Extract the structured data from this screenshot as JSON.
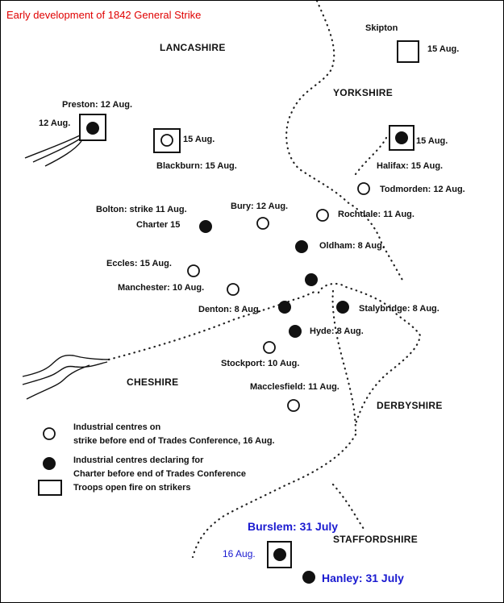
{
  "title": "Early development of 1842 General Strike",
  "title_color": "#e00000",
  "accent_blue": "#1a1ad0",
  "regions": {
    "lancashire": "LANCASHIRE",
    "yorkshire": "YORKSHIRE",
    "cheshire": "CHESHIRE",
    "derbyshire": "DERBYSHIRE",
    "staffordshire": "STAFFORDSHIRE"
  },
  "places": {
    "skipton": "Skipton",
    "skipton_date": "15 Aug.",
    "preston": "Preston: 12 Aug.",
    "preston_date": "12 Aug.",
    "blackburn_date": "15 Aug.",
    "blackburn": "Blackburn: 15 Aug.",
    "halifax_date": "15 Aug.",
    "halifax": "Halifax: 15 Aug.",
    "todmorden": "Todmorden: 12 Aug.",
    "bolton": "Bolton: strike 11 Aug.",
    "bolton_charter": "Charter 15",
    "bury": "Bury: 12 Aug.",
    "rochdale": "Rochdale: 11 Aug.",
    "oldham": "Oldham: 8 Aug.",
    "eccles": "Eccles: 15 Aug.",
    "manchester": "Manchester: 10 Aug.",
    "denton": "Denton: 8 Aug.",
    "stalybridge": "Stalybridge: 8 Aug.",
    "hyde": "Hyde: 8 Aug.",
    "stockport": "Stockport: 10 Aug.",
    "macclesfield": "Macclesfield: 11 Aug.",
    "burslem": "Burslem: 31 July",
    "burslem_date": "16 Aug.",
    "hanley": "Hanley: 31 July"
  },
  "legend": {
    "open_circle": "Industrial centres on strike before end of Trades Conference, 16 Aug.",
    "open_circle_line1": "Industrial centres on",
    "open_circle_line2": "strike before end of Trades Conference, 16 Aug.",
    "filled_circle_line1": "Industrial centres declaring for",
    "filled_circle_line2": "Charter before end of Trades Conference",
    "square": "Troops open fire on strikers"
  }
}
